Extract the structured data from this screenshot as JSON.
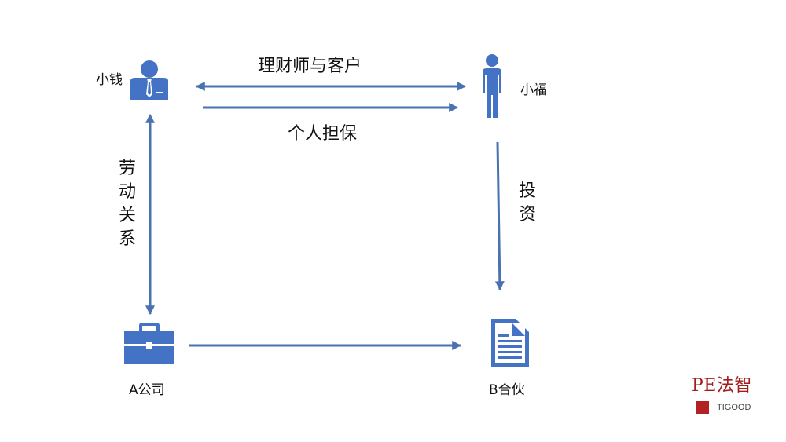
{
  "nodes": {
    "xiaoqian": {
      "label": "小钱",
      "icon": "businessman-icon"
    },
    "xiaofu": {
      "label": "小福",
      "icon": "person-icon"
    },
    "company_a": {
      "label": "A公司",
      "icon": "briefcase-icon"
    },
    "partnership_b": {
      "label": "B合伙",
      "icon": "document-icon"
    }
  },
  "edges": {
    "advisor_client": {
      "label": "理财师与客户",
      "direction": "bidirectional"
    },
    "personal_guarantee": {
      "label": "个人担保",
      "direction": "xiaoqian-to-xiaofu"
    },
    "labor_relation": {
      "label": "劳动关系",
      "direction": "bidirectional"
    },
    "investment": {
      "label": "投资",
      "direction": "xiaofu-to-partnership_b"
    },
    "company_to_partnership": {
      "label": "",
      "direction": "company_a-to-partnership_b"
    }
  },
  "logo": {
    "title": "PE法智",
    "subtitle": "TIGOOD"
  },
  "colors": {
    "primary": "#4472c4",
    "arrow": "#4a72b0",
    "logo": "#a31b1b"
  }
}
